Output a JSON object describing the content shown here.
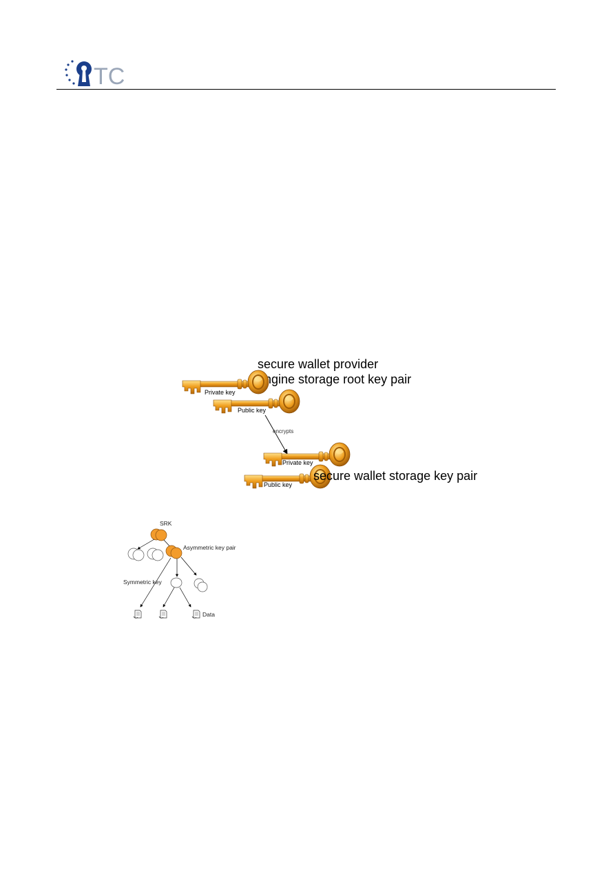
{
  "header": {
    "logo_text": "TC",
    "logo_color": "#1b3f8b",
    "logo_accent_color": "#9aa6b8"
  },
  "key_diagram": {
    "top_pair_title_line1": "secure wallet provider",
    "top_pair_title_line2": "engine storage root key pair",
    "top_private_label": "Private key",
    "top_public_label": "Public key",
    "arrow_label": "encrypts",
    "bottom_private_label": "Private key",
    "bottom_public_label": "Public key",
    "bottom_pair_title": "secure wallet storage key pair",
    "key_color": "#f0a020"
  },
  "key_tree": {
    "root_label": "SRK",
    "asymmetric_label": "Asymmetric key pair",
    "symmetric_label": "Symmetric key",
    "data_label": "Data",
    "node_fill_color": "#f39c2c"
  }
}
